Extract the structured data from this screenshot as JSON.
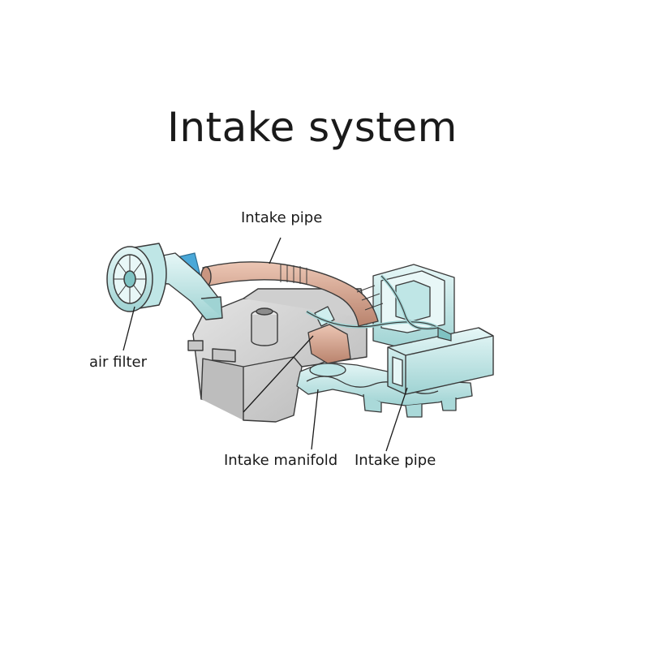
{
  "title": "Intake system",
  "labels": {
    "intake_pipe_top": "Intake pipe",
    "air_filter": "air filter",
    "intake_manifold": "Intake manifold",
    "intake_pipe_bottom": "Intake pipe"
  },
  "colors": {
    "engine_block": "#d6d6d6",
    "engine_block_shade": "#a9a9a9",
    "outline": "#3a3a3a",
    "intake_teal": "#cfeeee",
    "intake_teal_dark": "#7fc3c3",
    "pipe_copper": "#dcaa94",
    "pipe_copper_dark": "#b07a66",
    "connector_blue": "#4aa8d8"
  }
}
